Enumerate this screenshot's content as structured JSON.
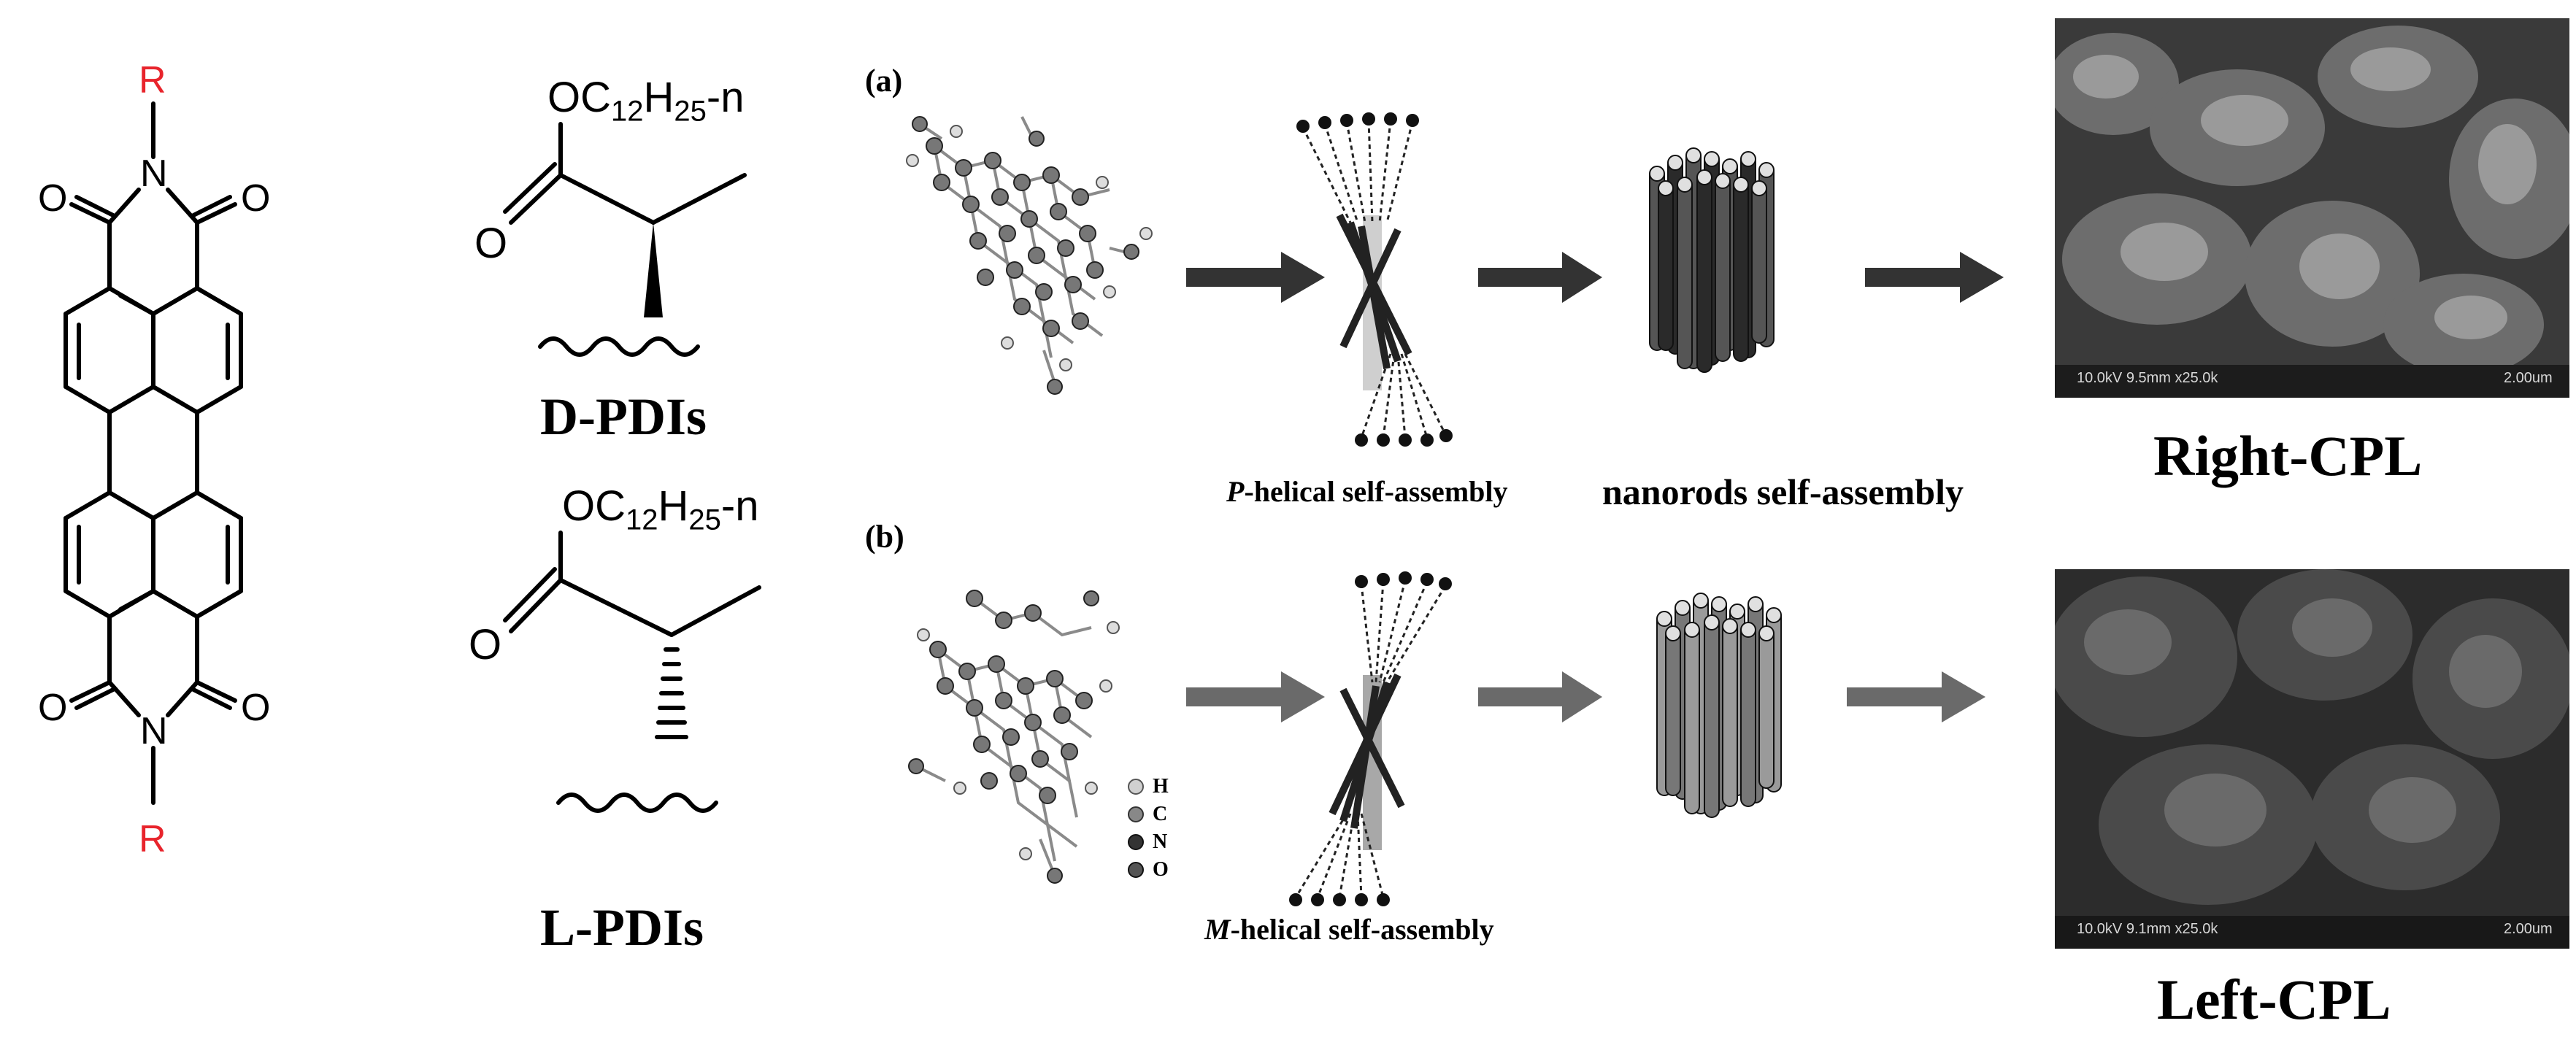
{
  "perylene": {
    "r_top": "R",
    "r_bottom": "R",
    "n_top": "N",
    "n_bottom": "N",
    "o1": "O",
    "o2": "O",
    "o3": "O",
    "o4": "O",
    "r_color": "#e8242c"
  },
  "d_pdi": {
    "ester_main": "OC",
    "ester_sub1": "12",
    "ester_h": "H",
    "ester_sub2": "25",
    "ester_tail": "-n",
    "carbonyl_o": "O",
    "label": "D-PDIs"
  },
  "l_pdi": {
    "ester_main": "OC",
    "ester_sub1": "12",
    "ester_h": "H",
    "ester_sub2": "25",
    "ester_tail": "-n",
    "carbonyl_o": "O",
    "label": "L-PDIs"
  },
  "panel_a": {
    "tag": "(a)",
    "helical_prefix": "P",
    "helical_suffix": "-helical self-assembly",
    "nanorods_label": "nanorods self-assembly",
    "sem_info_left": "10.0kV 9.5mm x25.0k",
    "sem_info_right": "2.00um",
    "cpl_label": "Right-CPL",
    "arrow_color": "#333333"
  },
  "panel_b": {
    "tag": "(b)",
    "helical_prefix": "M",
    "helical_suffix": "-helical self-assembly",
    "sem_info_left": "10.0kV 9.1mm x25.0k",
    "sem_info_right": "2.00um",
    "cpl_label": "Left-CPL",
    "arrow_color": "#6a6a6a"
  },
  "atom_legend": [
    "H",
    "C",
    "N",
    "O"
  ]
}
